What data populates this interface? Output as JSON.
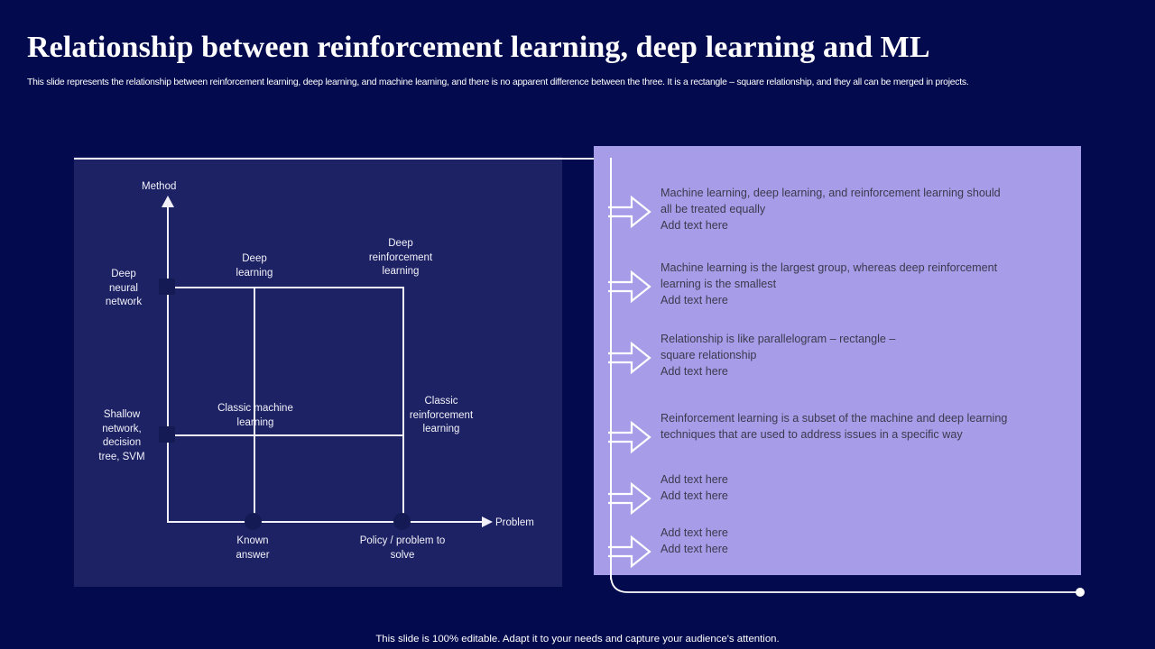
{
  "header": {
    "title": "Relationship between reinforcement learning, deep learning and ML",
    "subtitle": "This slide represents the relationship between reinforcement learning, deep learning, and machine learning, and there is no apparent difference between the three. It is a rectangle – square relationship, and they all can be merged in projects."
  },
  "diagram": {
    "y_axis_label": "Method",
    "x_axis_label": "Problem",
    "y_ticks": [
      {
        "label": "Deep\nneural\nnetwork",
        "marker": "square"
      },
      {
        "label": "Shallow\nnetwork,\ndecision\ntree, SVM",
        "marker": "square"
      }
    ],
    "x_ticks": [
      {
        "label": "Known\nanswer",
        "marker": "circle"
      },
      {
        "label": "Policy / problem  to\nsolve",
        "marker": "circle"
      }
    ],
    "quadrants": [
      {
        "label": "Deep\nlearning"
      },
      {
        "label": "Deep\nreinforcement\nlearning"
      },
      {
        "label": "Classic machine\nlearning"
      },
      {
        "label": "Classic\nreinforcement\nlearning"
      }
    ]
  },
  "notes": {
    "bullets": [
      {
        "text": "Machine learning,  deep learning,  and reinforcement learning should\nall be treated equally\nAdd text here"
      },
      {
        "text": "Machine learning  is the largest group, whereas deep reinforcement\nlearning is the smallest\nAdd text here"
      },
      {
        "text": "Relationship is like parallelogram – rectangle –\nsquare relationship\nAdd text here"
      },
      {
        "text": "Reinforcement learning  is a subset of the machine and deep learning\ntechniques that are used to address issues in a specific way"
      },
      {
        "text": "Add text here\nAdd text here"
      },
      {
        "text": "Add text here\nAdd text here"
      }
    ]
  },
  "footer": {
    "note": "This slide is 100% editable. Adapt it to your needs and capture your audience's attention."
  },
  "colors": {
    "background": "#030a4e",
    "diagram_panel": "#1c2263",
    "notes_panel": "#a79ce8",
    "line": "#f2f1fa",
    "marker": "#131a54",
    "note_text": "#3a3a4d",
    "title_text": "#ffffff"
  }
}
